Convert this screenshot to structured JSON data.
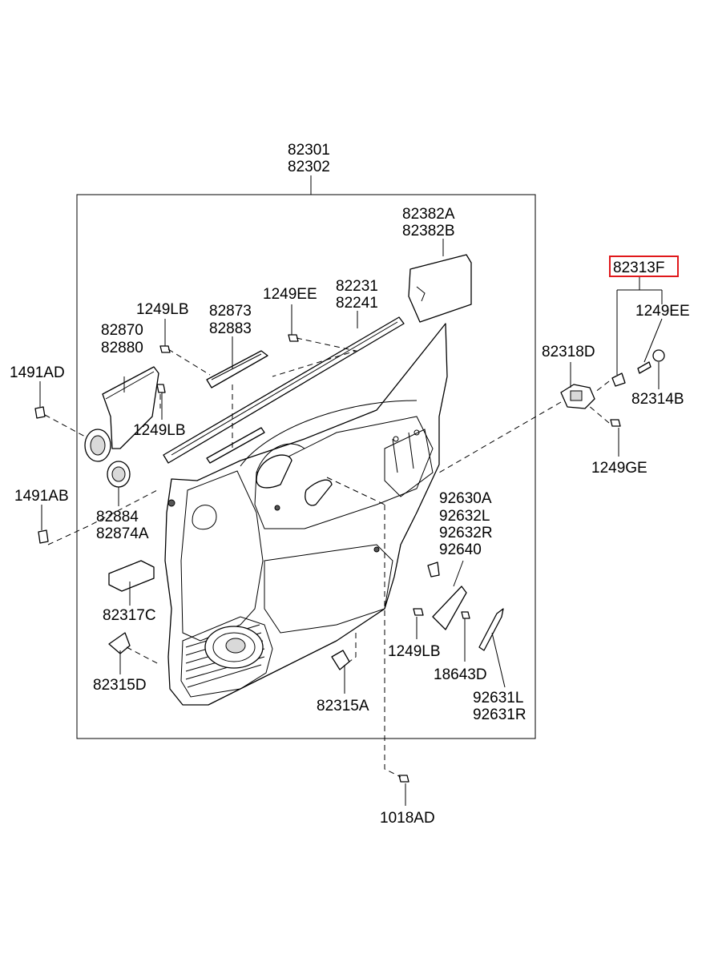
{
  "diagram": {
    "labels": {
      "p82301": "82301",
      "p82302": "82302",
      "p82382A": "82382A",
      "p82382B": "82382B",
      "p82313F": "82313F",
      "p1249EE_right": "1249EE",
      "p82314B": "82314B",
      "p82318D": "82318D",
      "p1249GE": "1249GE",
      "p1249LB_top": "1249LB",
      "p82873": "82873",
      "p82883": "82883",
      "p1249EE_top": "1249EE",
      "p82231": "82231",
      "p82241": "82241",
      "p82870": "82870",
      "p82880": "82880",
      "p1491AD": "1491AD",
      "p1249LB_mid": "1249LB",
      "p1491AB": "1491AB",
      "p82884": "82884",
      "p82874A": "82874A",
      "p82317C": "82317C",
      "p82315D": "82315D",
      "p92630A": "92630A",
      "p92632L": "92632L",
      "p92632R": "92632R",
      "p92640": "92640",
      "p1249LB_low": "1249LB",
      "p18643D": "18643D",
      "p92631L": "92631L",
      "p92631R": "92631R",
      "p82315A": "82315A",
      "p1018AD": "1018AD"
    },
    "highlight_color": "#e0181b"
  }
}
